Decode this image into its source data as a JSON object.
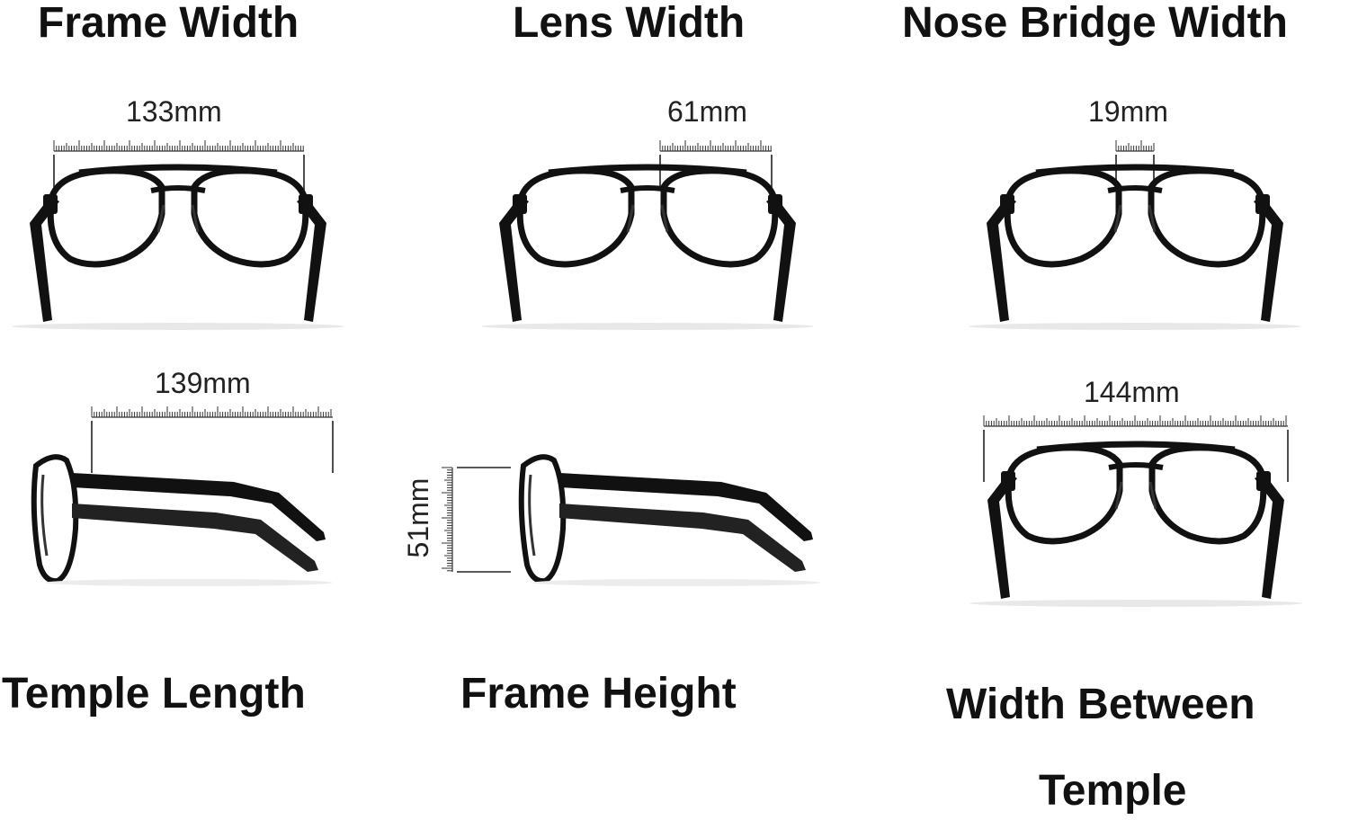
{
  "colors": {
    "frame": "#111111",
    "ruler": "#333333",
    "text": "#111111"
  },
  "panels": {
    "frame_width": {
      "title": "Frame Width",
      "measurement": "133mm"
    },
    "lens_width": {
      "title": "Lens Width",
      "measurement": "61mm"
    },
    "bridge_width": {
      "title": "Nose Bridge Width",
      "measurement": "19mm"
    },
    "temple_length": {
      "title": "Temple Length",
      "measurement": "139mm"
    },
    "frame_height": {
      "title": "Frame Height",
      "measurement": "51mm"
    },
    "between_temple": {
      "title_line1": "Width Between",
      "title_line2": "Temple",
      "measurement": "144mm"
    }
  }
}
